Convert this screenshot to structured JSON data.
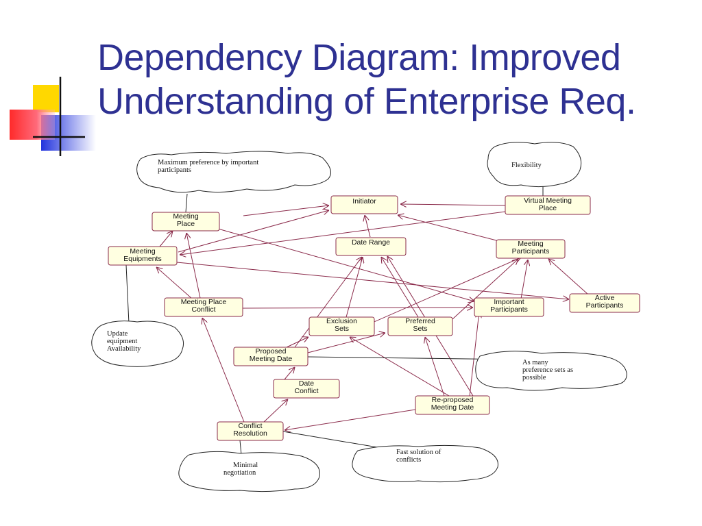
{
  "title": {
    "line1": "Dependency Diagram: Improved",
    "line2": "Understanding of Enterprise Req."
  },
  "colors": {
    "title": "#2e3192",
    "node_fill": "#ffffe1",
    "node_border": "#8a2a4a",
    "edge": "#8a2a4a",
    "deco_yellow": "#ffd800",
    "deco_red": "#ff2a2a",
    "deco_blue": "#2233dd"
  },
  "nodes": [
    {
      "id": "initiator",
      "lines": [
        "Initiator"
      ]
    },
    {
      "id": "virtual",
      "lines": [
        "Virtual Meeting",
        "Place"
      ]
    },
    {
      "id": "meetplace",
      "lines": [
        "Meeting",
        "Place"
      ]
    },
    {
      "id": "daterange",
      "lines": [
        "Date Range"
      ]
    },
    {
      "id": "participants",
      "lines": [
        "Meeting",
        "Participants"
      ]
    },
    {
      "id": "equipments",
      "lines": [
        "Meeting",
        "Equipments"
      ]
    },
    {
      "id": "mpconflict",
      "lines": [
        "Meeting Place",
        "Conflict"
      ]
    },
    {
      "id": "important",
      "lines": [
        "Important",
        "Participants"
      ]
    },
    {
      "id": "active",
      "lines": [
        "Active",
        "Participants"
      ]
    },
    {
      "id": "exclusion",
      "lines": [
        "Exclusion",
        "Sets"
      ]
    },
    {
      "id": "preferred",
      "lines": [
        "Preferred",
        "Sets"
      ]
    },
    {
      "id": "proposed",
      "lines": [
        "Proposed",
        "Meeting Date"
      ]
    },
    {
      "id": "dateconflict",
      "lines": [
        "Date",
        "Conflict"
      ]
    },
    {
      "id": "reproposed",
      "lines": [
        "Re-proposed",
        "Meeting Date"
      ]
    },
    {
      "id": "resolution",
      "lines": [
        "Conflict",
        "Resolution"
      ]
    }
  ],
  "notes": [
    {
      "id": "max-pref",
      "lines": [
        "Maximum preference by important",
        "participants"
      ]
    },
    {
      "id": "flexibility",
      "lines": [
        "Flexibility"
      ]
    },
    {
      "id": "update-equip",
      "lines": [
        "Update",
        "equipment",
        "Availability"
      ]
    },
    {
      "id": "many-pref",
      "lines": [
        "As many",
        "preference sets as",
        "possible"
      ]
    },
    {
      "id": "minimal",
      "lines": [
        "Minimal",
        "negotiation"
      ]
    },
    {
      "id": "fast",
      "lines": [
        "Fast solution of",
        "conflicts"
      ]
    }
  ]
}
